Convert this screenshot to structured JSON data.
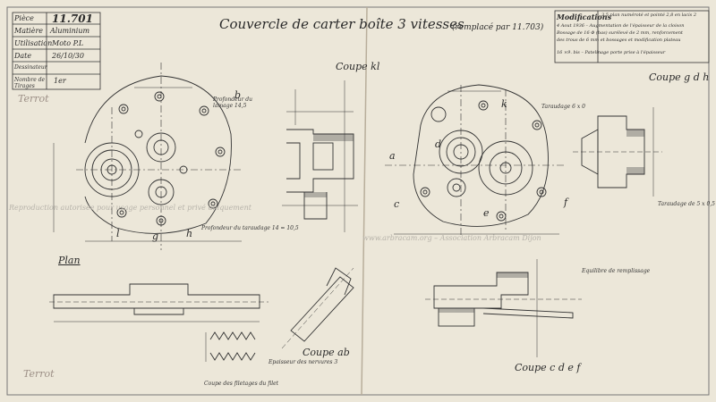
{
  "title_block": {
    "rows": [
      {
        "label": "Pièce",
        "value": "11.701"
      },
      {
        "label": "Matière",
        "value": "Aluminium"
      },
      {
        "label": "Utilisation",
        "value": "Moto P.L"
      },
      {
        "label": "Date",
        "value": "26/10/30"
      },
      {
        "label": "Dessinateur",
        "value": ""
      },
      {
        "label": "Nombre de Tirages",
        "value": "1er"
      }
    ]
  },
  "drawing_title": "Couvercle de carter boîte 3 vitesses",
  "drawing_subtitle": "(remplacé par 11.703)",
  "modifications": {
    "heading": "Modifications",
    "lines": [
      "3,5 plan numéroté et pointé 2,8 en lacis 2",
      "4 Aout 1936 – Augmentation de l'épaisseur de la cloison",
      "Bossage de 16 Φ (bas) surélevé de 2 mm, renforcement",
      "des trous de 6 mm et bossages et modification plateau",
      "16 ×9. bis – Patelinage porte prise à l'épaisseur"
    ]
  },
  "section_labels": {
    "coupe_kl": "Coupe kl",
    "coupe_gdh": "Coupe g d h",
    "plan": "Plan",
    "coupe_ab": "Coupe ab",
    "coupe_cdef": "Coupe c d e f"
  },
  "letters": [
    "k",
    "l",
    "a",
    "c",
    "e",
    "f",
    "g",
    "h",
    "b",
    "d"
  ],
  "annotations": [
    "Profondeur du lamage 14,5",
    "Profondeur du taraudage 14 = 10,5",
    "Taraudage 6 x 0",
    "Coupe des filetages du filet",
    "Epaisseur des nervures 3",
    "Equilibre de remplissage",
    "Taraudage de 5 x 0,5"
  ],
  "watermarks": [
    "Reproduction autorisée pour usage personnel et privé uniquement",
    "www.arbracam.org – Association Arbracam Dijon"
  ],
  "brand": "Terrot"
}
